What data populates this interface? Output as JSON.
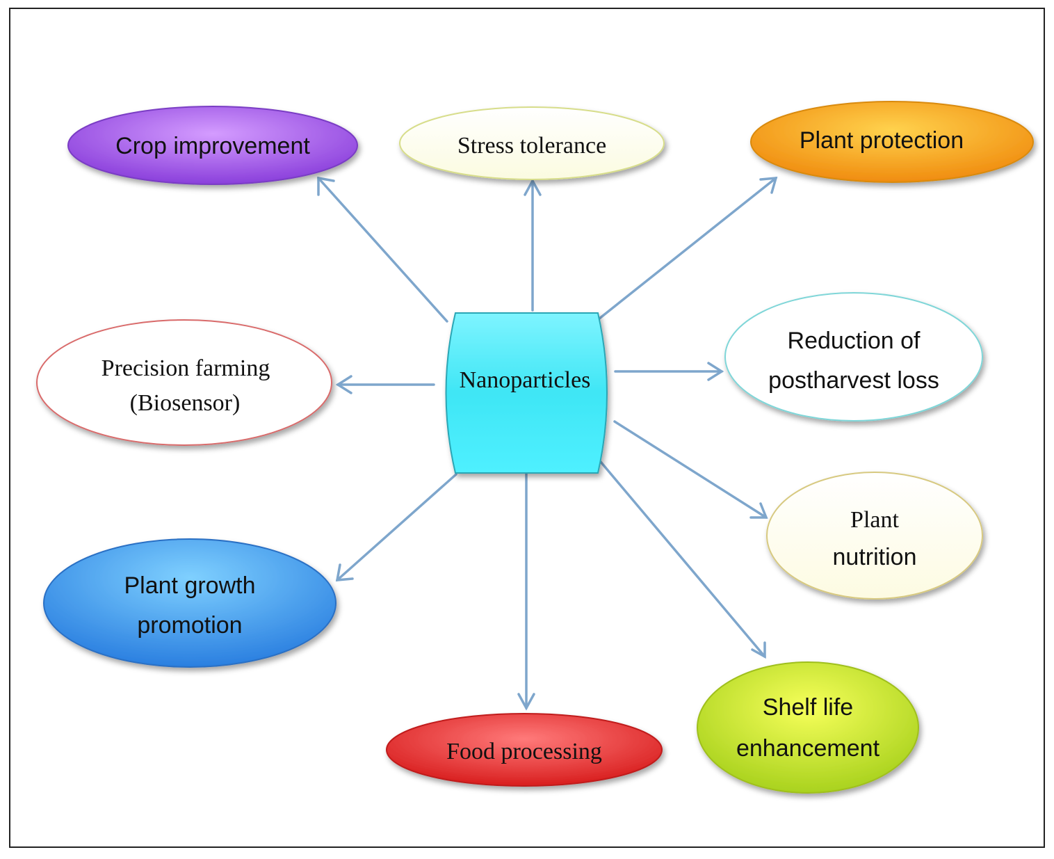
{
  "center": {
    "label": "Nanoparticles"
  },
  "nodes": {
    "crop_improvement": {
      "lines": [
        "Crop improvement"
      ]
    },
    "stress_tolerance": {
      "lines": [
        "Stress tolerance"
      ]
    },
    "plant_protection": {
      "lines": [
        "Plant protection"
      ]
    },
    "precision_farming": {
      "lines": [
        "Precision farming",
        "(Biosensor)"
      ]
    },
    "postharvest_loss": {
      "lines": [
        "Reduction of",
        "postharvest loss"
      ]
    },
    "plant_nutrition": {
      "lines": [
        "Plant",
        "nutrition"
      ]
    },
    "plant_growth": {
      "lines": [
        "Plant growth",
        "promotion"
      ]
    },
    "food_processing": {
      "lines": [
        "Food processing"
      ]
    },
    "shelf_life": {
      "lines": [
        "Shelf life",
        "enhancement"
      ]
    }
  },
  "colors": {
    "arrow": "#7ea6cc",
    "center_fill": "#3fe6f5",
    "crop_improvement": "#a45ef0",
    "plant_protection": "#f5a81c",
    "plant_growth": "#3f9af0",
    "food_processing": "#ec3c3c",
    "shelf_life": "#c8e23a"
  }
}
